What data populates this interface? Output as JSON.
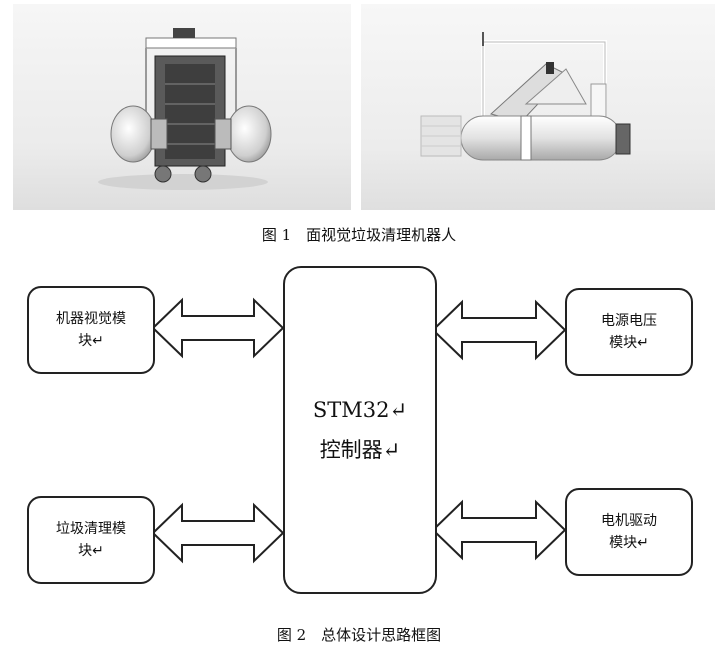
{
  "figure1": {
    "caption": "图 1　面视觉垃圾清理机器人"
  },
  "figure2": {
    "caption": "图 2　总体设计思路框图",
    "center_box": "STM32↵\n控制器↵",
    "left_top_box": "机器视觉模\n块↵",
    "left_bottom_box": "垃圾清理模\n块↵",
    "right_top_box": "电源电压\n模块↵",
    "right_bottom_box": "电机驱动\n模块↵"
  }
}
